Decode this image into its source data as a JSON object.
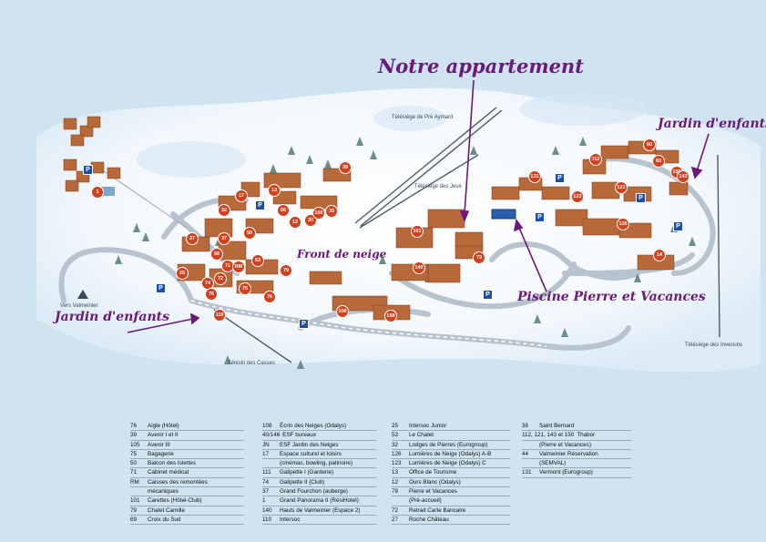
{
  "annotations": {
    "notre_appartement": "Notre appartement",
    "jardin_enfants_left": "Jardin d'enfants",
    "jardin_enfants_right": "Jardin d'enfants",
    "front_de_neige": "Front de neige",
    "piscine": "Piscine Pierre et Vacances"
  },
  "lifts": {
    "pre_aymard": "Télésiège de Pré Aymard",
    "jeux": "Télésiège des Jeux",
    "inversins": "Télésiège des Inversins",
    "casses": "Téléski des Casses",
    "vers_valmeinier": "Vers Valmeinier"
  },
  "parking_symbol": "P",
  "building_numbers": [
    "1",
    "39",
    "17",
    "13",
    "32",
    "66",
    "30",
    "12",
    "105",
    "35",
    "27",
    "37",
    "50",
    "68",
    "71",
    "RM",
    "53",
    "79",
    "25",
    "72",
    "74",
    "75",
    "76",
    "76",
    "110",
    "106",
    "108",
    "101",
    "140",
    "73",
    "131",
    "123",
    "126",
    "14",
    "60",
    "69",
    "150",
    "112",
    "121",
    "143"
  ],
  "legend": {
    "col1": [
      {
        "code": "76",
        "name": "Aigle (Hôtel)"
      },
      {
        "code": "39",
        "name": "Avenir I et II"
      },
      {
        "code": "105",
        "name": "Avenir III"
      },
      {
        "code": "75",
        "name": "Bagagerie"
      },
      {
        "code": "50",
        "name": "Balcon des Islettes"
      },
      {
        "code": "71",
        "name": "Cabinet médical"
      },
      {
        "code": "RM",
        "name": "Caisses des remontées"
      },
      {
        "code": "",
        "name": "mécaniques"
      },
      {
        "code": "101",
        "name": "Carettes (Hôtel-Club)"
      },
      {
        "code": "79",
        "name": "Chalet Camille"
      },
      {
        "code": "69",
        "name": "Croix du Sud"
      }
    ],
    "col2": [
      {
        "code": "108",
        "name": "Écrin des Neiges (Odalys)"
      },
      {
        "code": "40/146",
        "name": "ESF bureaux"
      },
      {
        "code": "JN",
        "name": "ESF Jardin des Neiges"
      },
      {
        "code": "17",
        "name": "Espace culturel et loisirs"
      },
      {
        "code": "",
        "name": "(cinémas, bowling, patinoire)"
      },
      {
        "code": "111",
        "name": "Galipette I (Garderie)"
      },
      {
        "code": "74",
        "name": "Galipette II (Club)"
      },
      {
        "code": "37",
        "name": "Grand Fourchon (auberge)"
      },
      {
        "code": "1",
        "name": "Grand Panorama II (RésiHotel)"
      },
      {
        "code": "140",
        "name": "Hauts de Valmeinier (Espace 2)"
      },
      {
        "code": "110",
        "name": "Intersoc"
      }
    ],
    "col3": [
      {
        "code": "25",
        "name": "Intersoc Junior"
      },
      {
        "code": "53",
        "name": "Le Chalet"
      },
      {
        "code": "32",
        "name": "Lodges de Pierres (Eurogroup)"
      },
      {
        "code": "126",
        "name": "Lumières de Neige (Odalys) A-B"
      },
      {
        "code": "123",
        "name": "Lumières de Neige (Odalys) C"
      },
      {
        "code": "13",
        "name": "Office de Tourisme"
      },
      {
        "code": "12",
        "name": "Ours Blanc (Odalys)"
      },
      {
        "code": "78",
        "name": "Pierre et Vacances"
      },
      {
        "code": "",
        "name": "(Pré-accueil)"
      },
      {
        "code": "72",
        "name": "Retrait Carte Bancaire"
      },
      {
        "code": "27",
        "name": "Roche Château"
      }
    ],
    "col4": [
      {
        "code": "38",
        "name": "Saint Bernard"
      },
      {
        "code": "112, 121, 143 et 150",
        "name": "Thabor"
      },
      {
        "code": "",
        "name": "(Pierre et Vacances)"
      },
      {
        "code": "44",
        "name": "Valmeinier Réservation"
      },
      {
        "code": "",
        "name": "(SEMVAL)"
      },
      {
        "code": "131",
        "name": "Vermont (Eurogroup)"
      }
    ]
  }
}
